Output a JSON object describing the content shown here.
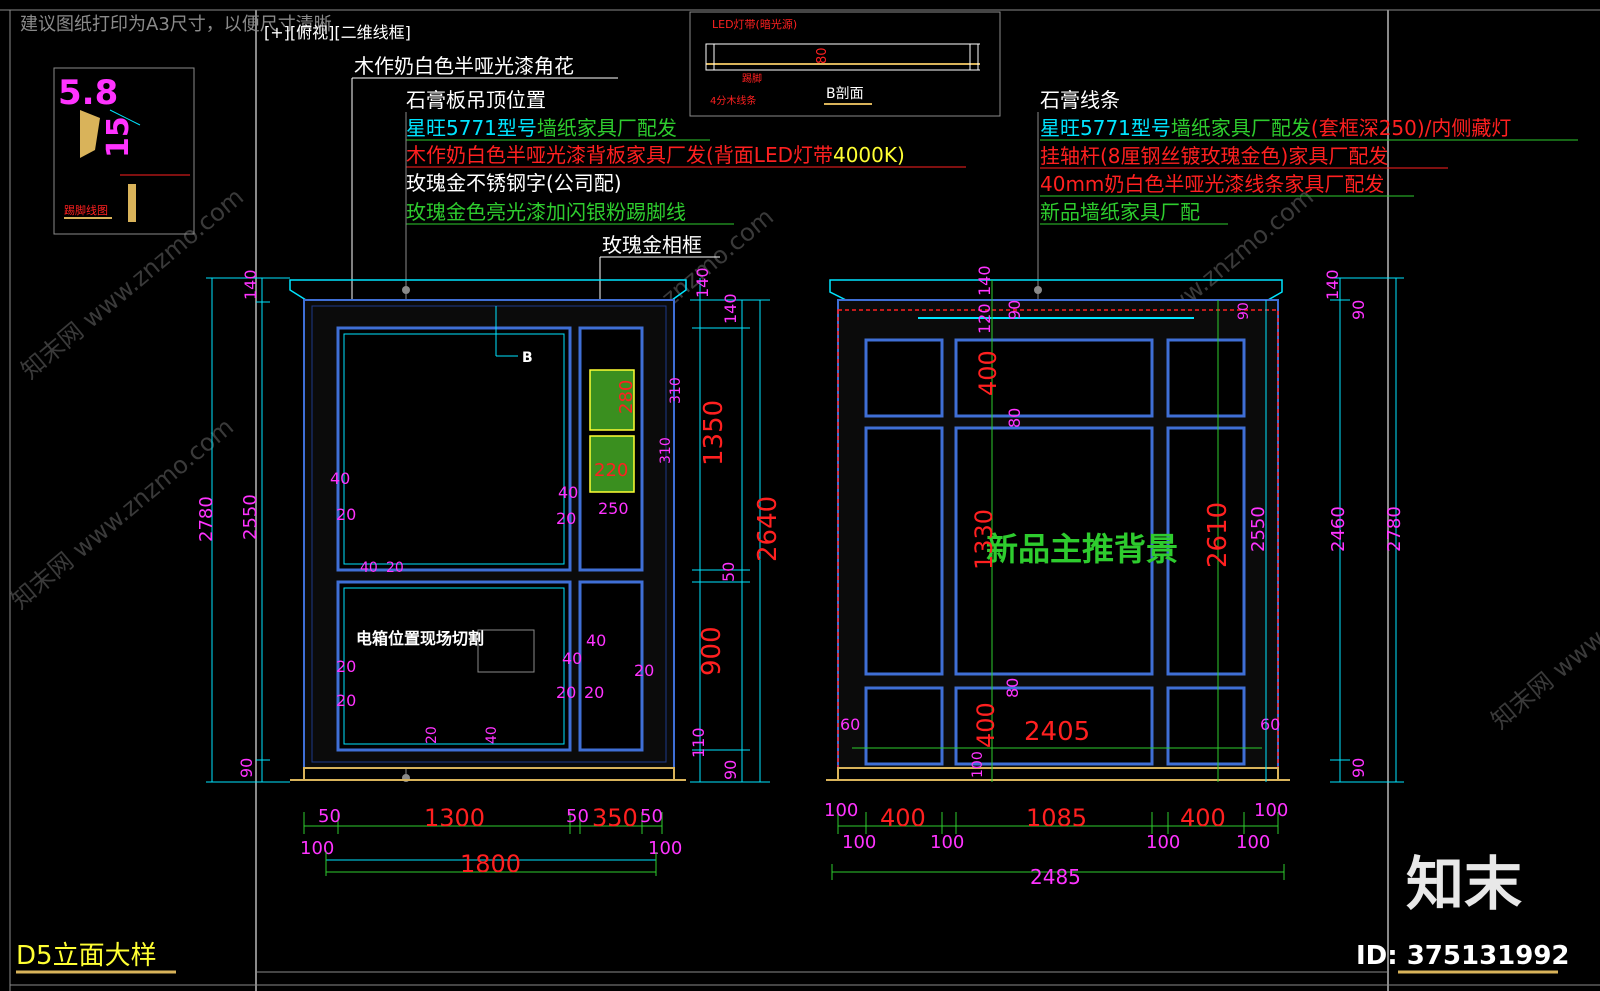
{
  "header": {
    "print_hint": "建议图纸打印为A3尺寸，以便尺寸清晰",
    "viewport_label": "[+][俯视][二维线框]"
  },
  "detail": {
    "scale_top": "5.8",
    "scale_bottom": "15",
    "caption": "踢脚线图"
  },
  "section_b": {
    "led_label": "LED灯带(暗光源)",
    "dim_80": "80",
    "label_a": "踢脚",
    "label_b": "4分木线条",
    "title": "B剖面"
  },
  "notes_left": {
    "n1": "木作奶白色半哑光漆角花",
    "n2": "石膏板吊顶位置",
    "n3a": "星旺5771型号",
    "n3b": "墙纸家具厂配发",
    "n4a": "木作奶白色半哑光漆背板家具厂发(背面LED灯带",
    "n4b": "4000K)",
    "n5": "玫瑰金不锈钢字(公司配)",
    "n6": "玫瑰金色亮光漆加闪银粉踢脚线",
    "n7": "玫瑰金相框"
  },
  "notes_right": {
    "n1": "石膏线条",
    "n2a": "星旺5771型号",
    "n2b": "墙纸家具厂配发",
    "n2c": "(套框深250)/内侧藏灯",
    "n3": "挂轴杆(8厘钢丝镀玫瑰金色)家具厂配发",
    "n4": "40mm奶白色半哑光漆线条家具厂配发",
    "n5": "新品墙纸家具厂配"
  },
  "left_elevation": {
    "tv_note": "电箱位置现场切割",
    "section_marker": "B",
    "dims_left": [
      "140",
      "2780",
      "2550",
      "90"
    ],
    "dims_right": [
      "140",
      "140",
      "1350",
      "2640",
      "50",
      "900",
      "110",
      "90"
    ],
    "dims_frames": [
      "280",
      "220",
      "310",
      "310",
      "250"
    ],
    "dims_inner": [
      "40",
      "20",
      "40",
      "20",
      "40",
      "20",
      "20",
      "40",
      "40",
      "20",
      "40",
      "20",
      "20",
      "20",
      "40",
      "20"
    ],
    "bottom_row1": [
      "50",
      "1300",
      "50",
      "350",
      "50"
    ],
    "bottom_row2": [
      "100",
      "100"
    ],
    "bottom_total": "1800"
  },
  "right_elevation": {
    "center_text": "新品主推背景",
    "dims_inner": [
      "140",
      "120",
      "90",
      "400",
      "80",
      "1330",
      "2610",
      "400",
      "100",
      "80",
      "60",
      "60",
      "90"
    ],
    "dims_right": [
      "140",
      "90",
      "2550",
      "2460",
      "2780",
      "90"
    ],
    "inner_width": "2405",
    "bottom_row1": [
      "100",
      "400",
      "1085",
      "400",
      "100"
    ],
    "bottom_row2": [
      "100",
      "100",
      "100",
      "100"
    ],
    "bottom_total": "2485"
  },
  "footer": {
    "title": "D5立面大样",
    "brand": "知末",
    "id_text": "ID: 375131992"
  },
  "watermark": "知末网 www.znzmo.com",
  "colors": {
    "background": "#000000",
    "white": "#ffffff",
    "cyan": "#00e5ff",
    "green": "#2ecc2e",
    "red": "#ff2020",
    "magenta": "#ff33ff",
    "yellow": "#ffff33",
    "frame_blue": "#3f6fd6",
    "gold": "#d9b35a"
  }
}
